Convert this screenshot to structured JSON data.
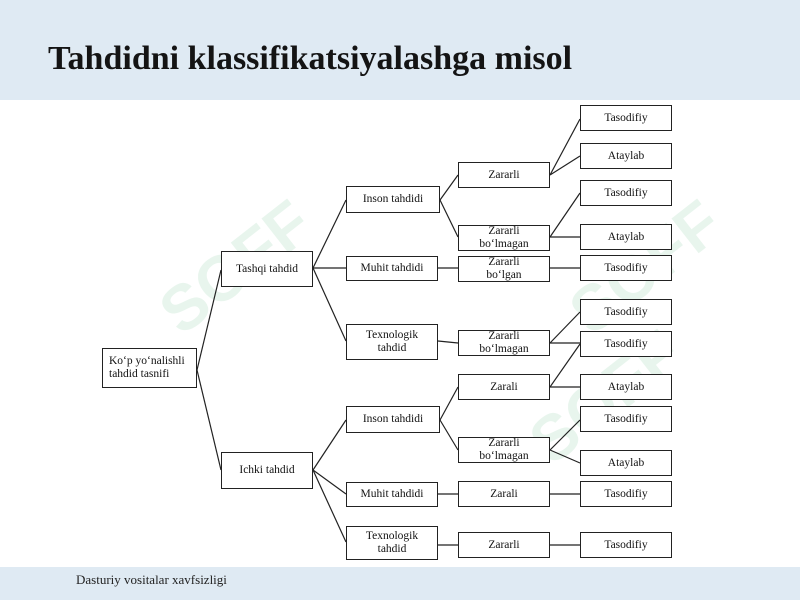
{
  "title": "Tahdidni klassifikatsiyalashga misol",
  "footer": "Dasturiy vositalar xavfsizligi",
  "watermark": "SOFF",
  "nodes": {
    "root": "Ko‘p yo‘nalishli\ntahdid tasnifi",
    "ext": "Tashqi tahdid",
    "ext_inson": "Inson tahdidi",
    "ext_muhit": "Muhit tahdidi",
    "ext_tex": "Texnologik\ntahdid",
    "ext_inson_zararli": "Zararli",
    "ext_inson_zararsiz": "Zararli\nbo‘lmagan",
    "ext_muhit_zararsiz": "Zararli\nbo‘lgan",
    "ext_tex_zararsiz": "Zararli\nbo‘lmagan",
    "l1": "Tasodifiy",
    "l2": "Ataylab",
    "l3": "Tasodifiy",
    "l4": "Ataylab",
    "l5": "Tasodifiy",
    "l6": "Tasodifiy",
    "l7": "Tasodifiy",
    "int": "Ichki tahdid",
    "int_inson": "Inson tahdidi",
    "int_muhit": "Muhit tahdidi",
    "int_tex": "Texnologik\ntahdid",
    "int_inson_zarali": "Zarali",
    "int_inson_zararsiz": "Zararli\nbo‘lmagan",
    "int_muhit_zarali": "Zarali",
    "int_tex_zararli": "Zararli",
    "l8": "Ataylab",
    "l9": "Tasodifiy",
    "l10": "Ataylab",
    "l11": "Tasodifiy",
    "l12": "Tasodifiy"
  }
}
